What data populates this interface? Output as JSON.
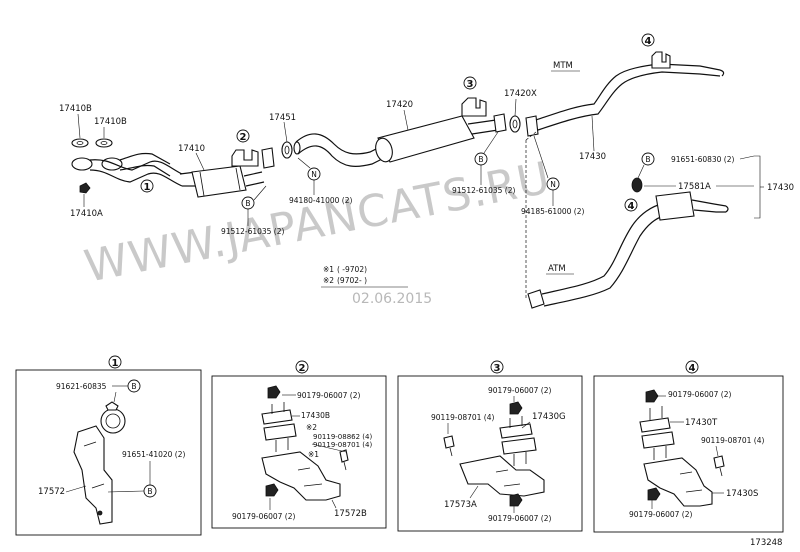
{
  "diagram_code": "173248",
  "watermark": "WWW.JAPANCATS.RU",
  "watermark_date": "02.06.2015",
  "section_labels": {
    "mtm": "MTM",
    "atm": "ATM"
  },
  "notes": {
    "line1_marker": "※1",
    "line1_text": "( -9702)",
    "line2_marker": "※2",
    "line2_text": "(9702- )"
  },
  "main_parts": {
    "p17410B": "17410B",
    "p17410Bi": "17410B",
    "p17410": "17410",
    "p17410A": "17410A",
    "p17451": "17451",
    "p17420": "17420",
    "p17420X": "17420X",
    "p17430": "17430",
    "p17430r": "17430",
    "p17581A": "17581A",
    "b91512a": "91512-61035 (2)",
    "b91512b": "91512-61035 (2)",
    "n94180": "94180-41000 (2)",
    "n94185": "94185-61000 (2)",
    "b91651": "91651-60830 (2)"
  },
  "bubble_letters": {
    "b": "B",
    "n": "N"
  },
  "callouts": [
    "1",
    "2",
    "3",
    "4"
  ],
  "detail_boxes": [
    {
      "number": "1",
      "labels": [
        "91621-60835",
        "91651-41020 (2)",
        "17572"
      ]
    },
    {
      "number": "2",
      "labels": [
        "90179-06007 (2)",
        "17430B",
        "※2",
        "90119-08862 (4)",
        "90119-08701 (4)",
        "※1",
        "90179-06007 (2)",
        "17572B"
      ]
    },
    {
      "number": "3",
      "labels": [
        "90179-06007 (2)",
        "90119-08701 (4)",
        "17430G",
        "17573A",
        "90179-06007 (2)"
      ]
    },
    {
      "number": "4",
      "labels": [
        "90179-06007 (2)",
        "17430T",
        "90119-08701 (4)",
        "17430S",
        "90179-06007 (2)"
      ]
    }
  ]
}
